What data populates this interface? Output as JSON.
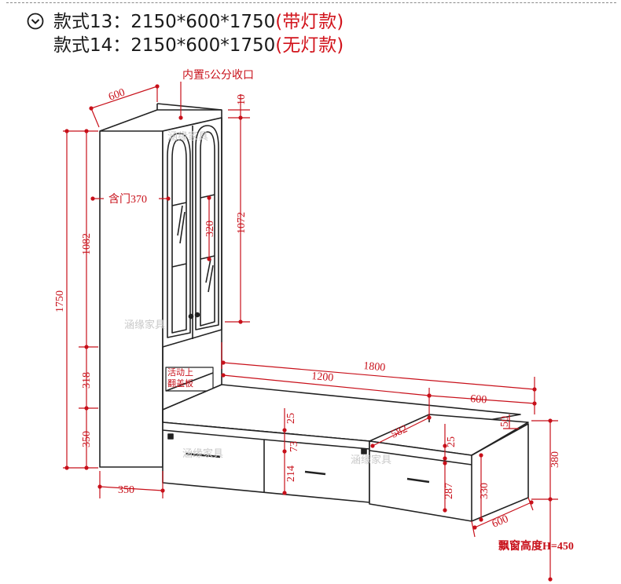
{
  "header": {
    "line1_prefix": "款式13：2150*600*1750",
    "line1_suffix": "(带灯款)",
    "line2_prefix": "款式14：2150*600*1750",
    "line2_suffix": "(无灯款)"
  },
  "labels": {
    "shelf_note": "内置5公分收口",
    "door_note": "含门370",
    "flap_note_1": "活动上",
    "flap_note_2": "翻盖板",
    "bay_window": "飘窗高度H=450",
    "watermark": "涵缘家具"
  },
  "dimensions": {
    "cab_depth_top": "600",
    "top_gap": "10",
    "total_height": "1750",
    "upper_height": "1082",
    "glass_height": "1072",
    "shelf_spacing": "320",
    "middle_height": "318",
    "bottom_height": "350",
    "base_width": "350",
    "overall_length": "1800",
    "bench_length": "1200",
    "side_length": "600",
    "top_thickness": "25",
    "drawer_front": "73",
    "drawer_height": "214",
    "right_top": "25",
    "right_depth": "582",
    "right_gap": "50",
    "right_drawer": "287",
    "right_inner": "330",
    "right_height": "380",
    "right_bottom_depth": "600"
  },
  "colors": {
    "ink": "#222222",
    "dimension": "#c8101a",
    "accent_text": "#d2141c",
    "watermark": "#c9c9c9"
  }
}
